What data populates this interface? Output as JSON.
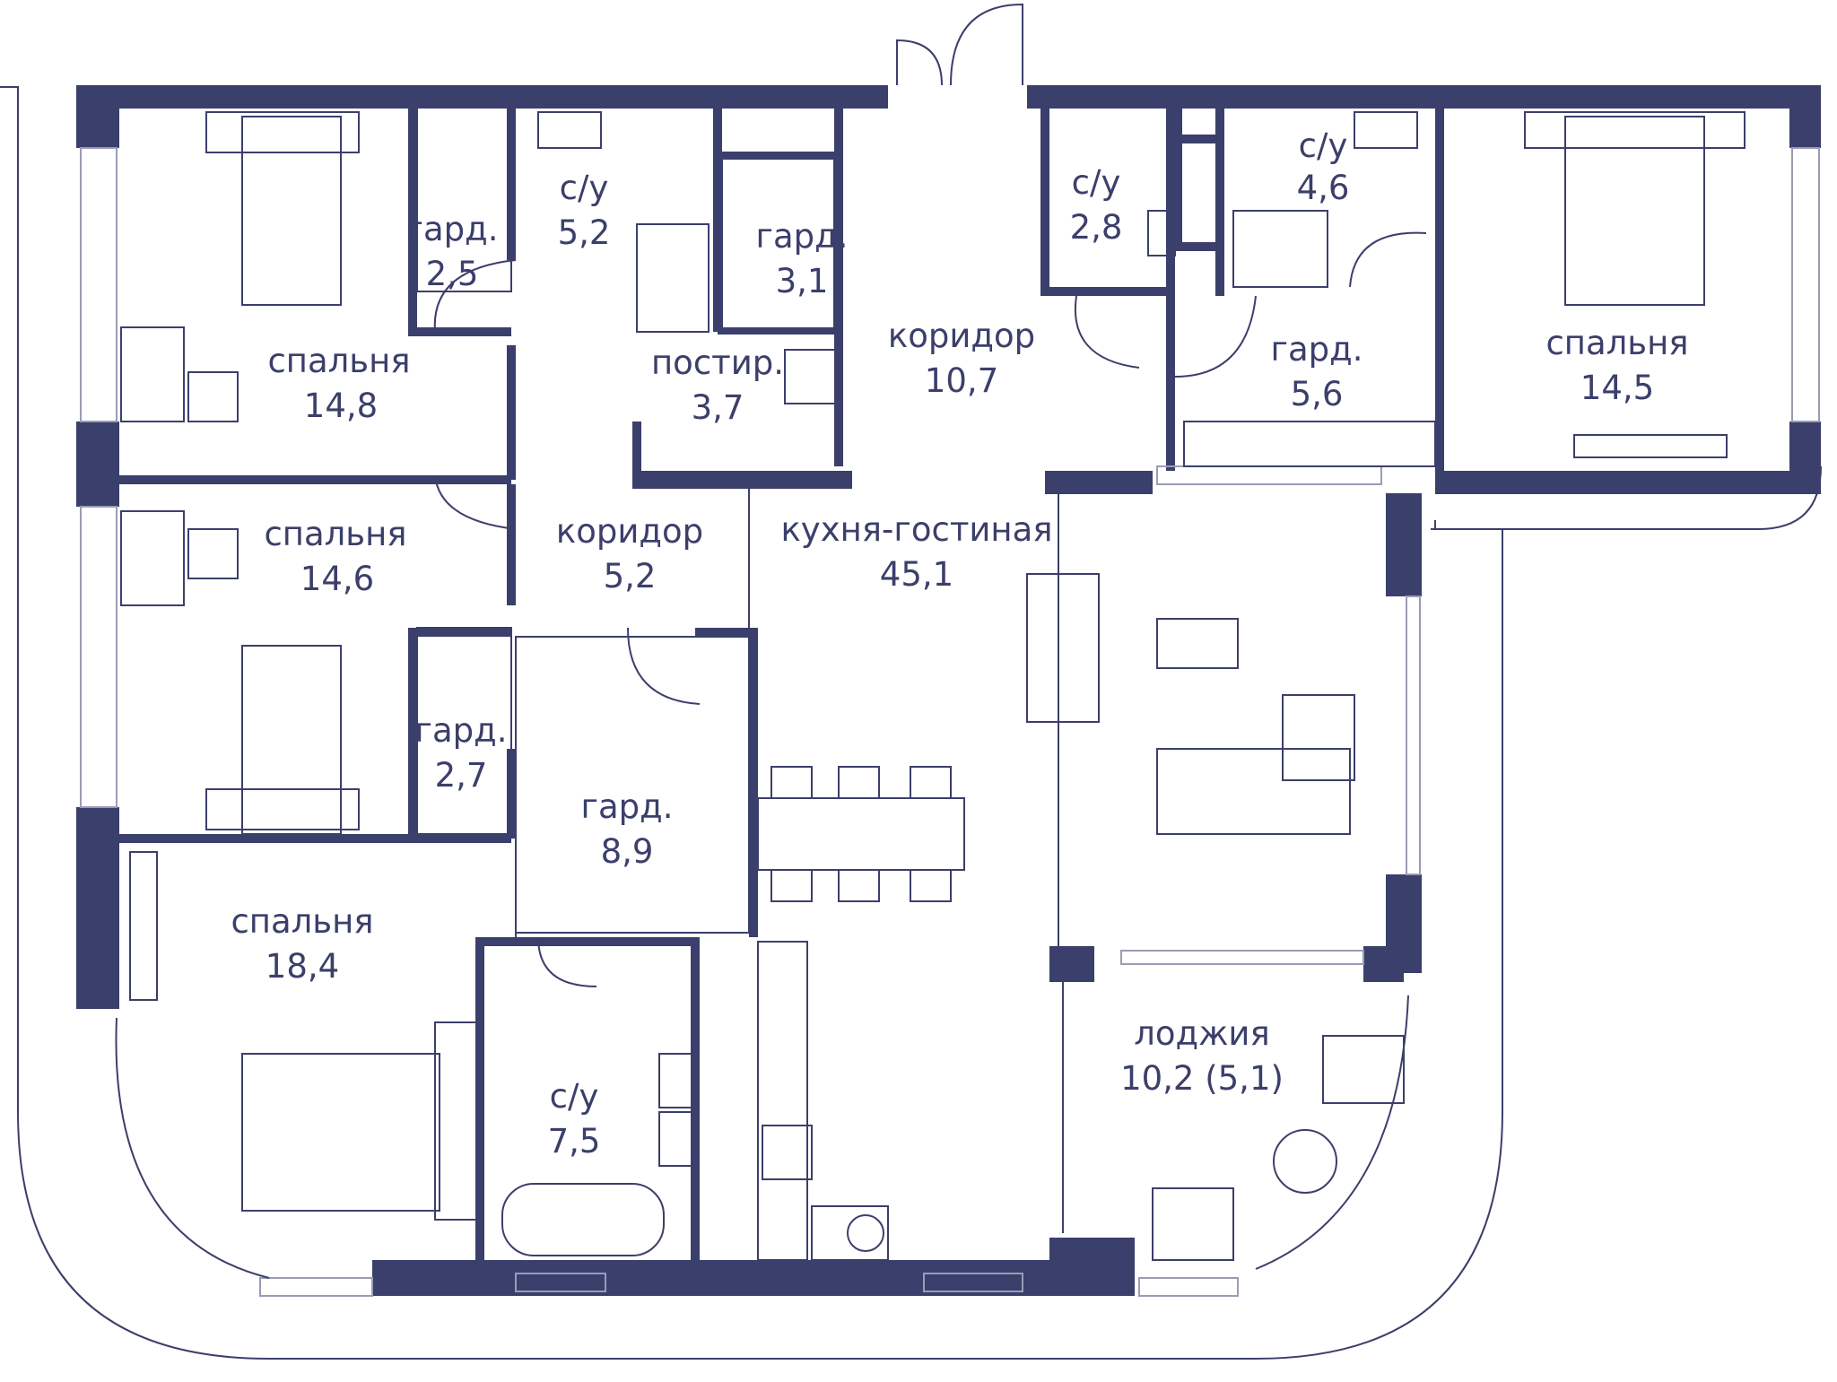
{
  "colors": {
    "ink": "#3b3f6b",
    "background": "#ffffff"
  },
  "rooms": {
    "bed_nw": {
      "name": "спальня",
      "area": "14,8"
    },
    "gard_1": {
      "name": "гард.",
      "area": "2,5"
    },
    "wc_1": {
      "name": "с/у",
      "area": "5,2"
    },
    "gard_2": {
      "name": "гард.",
      "area": "3,1"
    },
    "laundry": {
      "name": "постир.",
      "area": "3,7"
    },
    "corr_main": {
      "name": "коридор",
      "area": "10,7"
    },
    "wc_2": {
      "name": "с/у",
      "area": "2,8"
    },
    "wc_3": {
      "name": "с/у",
      "area": "4,6"
    },
    "gard_3": {
      "name": "гард.",
      "area": "5,6"
    },
    "bed_ne": {
      "name": "спальня",
      "area": "14,5"
    },
    "bed_w": {
      "name": "спальня",
      "area": "14,6"
    },
    "corr_2": {
      "name": "коридор",
      "area": "5,2"
    },
    "living": {
      "name": "кухня-гостиная",
      "area": "45,1"
    },
    "gard_4": {
      "name": "гард.",
      "area": "2,7"
    },
    "gard_5": {
      "name": "гард.",
      "area": "8,9"
    },
    "bed_sw": {
      "name": "спальня",
      "area": "18,4"
    },
    "wc_4": {
      "name": "с/у",
      "area": "7,5"
    },
    "loggia": {
      "name": "лоджия",
      "area": "10,2 (5,1)"
    }
  }
}
